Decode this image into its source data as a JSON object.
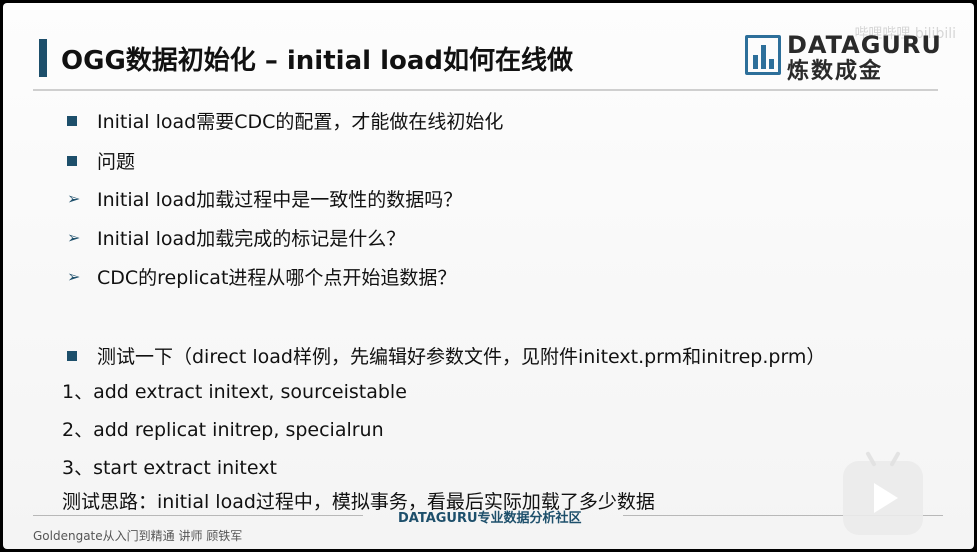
{
  "slide": {
    "title": "OGG数据初始化 – initial load如何在线做",
    "watermark": "哔哩哔哩 bilibili",
    "logo": {
      "top": "DATAGURU",
      "bottom": "炼数成金"
    },
    "bullets": [
      {
        "type": "square",
        "text": "Initial load需要CDC的配置，才能做在线初始化"
      },
      {
        "type": "square",
        "text": "问题"
      },
      {
        "type": "arrow",
        "text": "Initial load加载过程中是一致性的数据吗？"
      },
      {
        "type": "arrow",
        "text": "Initial load加载完成的标记是什么？"
      },
      {
        "type": "arrow",
        "text": "CDC的replicat进程从哪个点开始追数据？"
      },
      {
        "type": "square",
        "text": "测试一下（direct load样例，先编辑好参数文件，见附件initext.prm和initrep.prm）"
      }
    ],
    "steps": [
      "1、add extract initext, sourceistable",
      "2、add replicat initrep, specialrun",
      "3、start extract initext",
      "测试思路：initial load过程中，模拟事务，看最后实际加载了多少数据"
    ],
    "footer": {
      "left": "Goldengate从入门到精通  讲师 顾铁军",
      "center": "DATAGURU专业数据分析社区"
    }
  },
  "colors": {
    "accent": "#1d4f6b",
    "text": "#111111"
  },
  "icons": {
    "square_bullet": "square-bullet-icon",
    "arrow_bullet": "arrow-bullet-icon",
    "play": "play-icon"
  }
}
